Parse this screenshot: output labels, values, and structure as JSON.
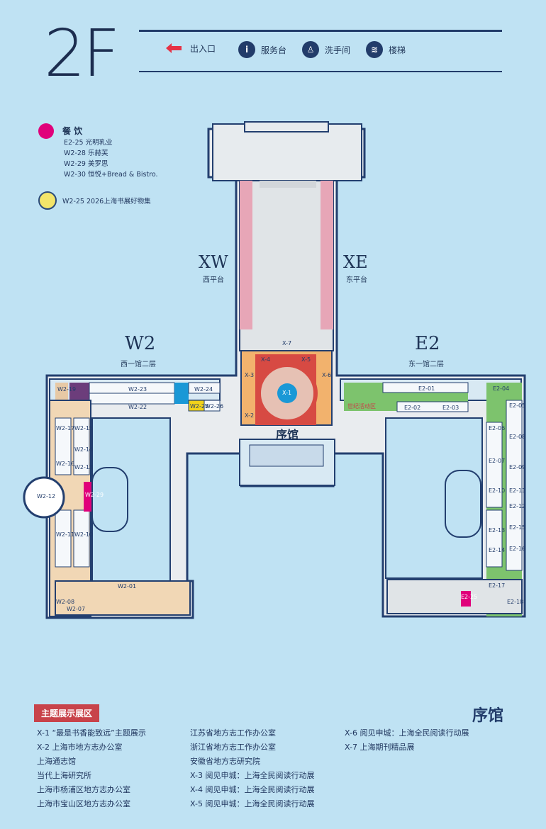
{
  "floor": "2F",
  "legend": {
    "entrance": "出入口",
    "service": "服务台",
    "restroom": "洗手间",
    "stairs": "楼梯"
  },
  "dining": {
    "title": "餐 饮",
    "items": [
      {
        "code": "E2-25",
        "name": "光明乳业"
      },
      {
        "code": "W2-28",
        "name": "乐赫芙"
      },
      {
        "code": "W2-29",
        "name": "美罗思"
      },
      {
        "code": "W2-30",
        "name": "恒悦+Bread & Bistro."
      }
    ],
    "goods": {
      "code": "W2-25",
      "name": "2026上海书展好物集"
    }
  },
  "areas": {
    "xw_code": "XW",
    "xw_name": "西平台",
    "xe_code": "XE",
    "xe_name": "东平台",
    "w2_code": "W2",
    "w2_name": "西一馆二层",
    "e2_code": "E2",
    "e2_name": "东一馆二层",
    "center": "序馆"
  },
  "booths": {
    "w2_19": "W2-19",
    "w2_23": "W2-23",
    "w2_24": "W2-24",
    "w2_22": "W2-22",
    "w2_25": "W2-25",
    "w2_26": "W2-26",
    "w2_17": "W2-17",
    "w2_16": "W2-16",
    "w2_15": "W2-15",
    "w2_14": "W2-14",
    "w2_13": "W2-13",
    "w2_12": "W2-12",
    "w2_11": "W2-11",
    "w2_10": "W2-10",
    "w2_08": "W2-08",
    "w2_07": "W2-07",
    "w2_01": "W2-01",
    "w2_29": "W2-29",
    "x4": "X-4",
    "x5": "X-5",
    "x7": "X-7",
    "x3": "X-3",
    "x6": "X-6",
    "x2": "X-2",
    "x1": "X-1",
    "e2_01": "E2-01",
    "e2_02": "E2-02",
    "e2_03": "E2-03",
    "e2_04": "E2-04",
    "e2_05": "E2-05",
    "e2_06": "E2-06",
    "e2_07": "E2-07",
    "e2_08": "E2-08",
    "e2_09": "E2-09",
    "e2_10": "E2-10",
    "e2_11": "E2-11",
    "e2_12": "E2-12",
    "e2_13": "E2-13",
    "e2_14": "E2-14",
    "e2_15": "E2-15",
    "e2_16": "E2-16",
    "e2_17": "E2-17",
    "e2_18": "E2-18",
    "e2_25": "E2-25",
    "event_zone": "世纪活动区"
  },
  "theme": {
    "label": "主题展示展区",
    "title": "序馆",
    "rows": [
      {
        "code": "X-1",
        "text": "“最是书香能致远”主题展示"
      },
      {
        "code": "X-2",
        "text": "上海市地方志办公室"
      },
      {
        "code": "",
        "text": "上海通志馆"
      },
      {
        "code": "",
        "text": "当代上海研究所"
      },
      {
        "code": "",
        "text": "上海市杨浦区地方志办公室"
      },
      {
        "code": "",
        "text": "上海市宝山区地方志办公室"
      }
    ],
    "mid_rows": [
      {
        "code": "",
        "text": "江苏省地方志工作办公室"
      },
      {
        "code": "",
        "text": "浙江省地方志工作办公室"
      },
      {
        "code": "",
        "text": "安徽省地方志研究院"
      },
      {
        "code": "X-3",
        "text": "阅见申城：上海全民阅读行动展"
      },
      {
        "code": "X-4",
        "text": "阅见申城：上海全民阅读行动展"
      },
      {
        "code": "X-5",
        "text": "阅见申城：上海全民阅读行动展"
      }
    ],
    "right_rows": [
      {
        "code": "X-6",
        "text": "阅见申城：上海全民阅读行动展"
      },
      {
        "code": "X-7",
        "text": "上海期刊精品展"
      }
    ]
  }
}
